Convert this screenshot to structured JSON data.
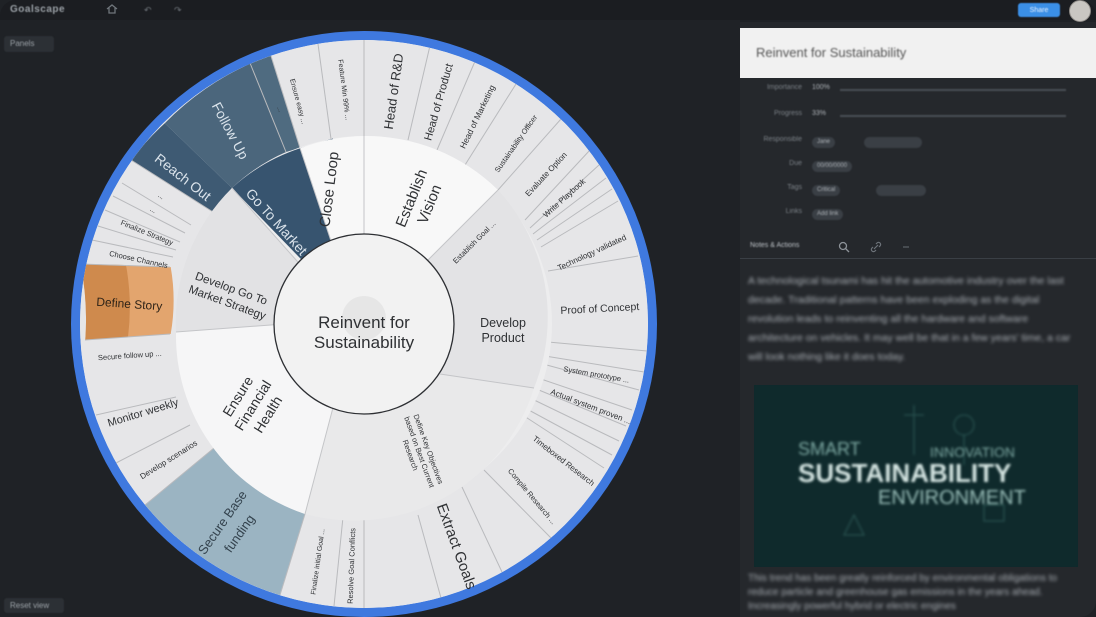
{
  "app": {
    "name": "Goalscape"
  },
  "toolbar": {
    "share_label": "Share"
  },
  "left": {
    "panel_toggle": "Panels",
    "zoom_toggle": "Reset view"
  },
  "wheel": {
    "center": [
      "Reinvent for",
      "Sustainability"
    ],
    "goals": {
      "close_loop": "Close Loop",
      "establish_vision": [
        "Establish",
        "Vision"
      ],
      "develop_product": [
        "Develop",
        "Product"
      ],
      "extract_goals": "Extract Goals",
      "ensure_financial_health": [
        "Ensure",
        "Financial",
        "Health"
      ],
      "develop_gtm": [
        "Develop Go To",
        "Market Strategy"
      ],
      "go_to_market": "Go To Market",
      "follow_up": "Follow Up",
      "reach_out": "Reach Out",
      "define_story": "Define Story",
      "secure_base_funding": [
        "Secure Base",
        "funding"
      ],
      "define_key_objectives": [
        "Define Key Objectives",
        "based on Best Current",
        "Research"
      ],
      "establish_goal": "Establish Goal ...",
      "proof_of_concept": "Proof of Concept",
      "technology_validated": "Technology validated",
      "system_prototype": "System prototype ...",
      "actual_system_proven": "Actual system proven ...",
      "timeboxed_research": "Timeboxed Research",
      "compile_research": "Compile Research ...",
      "resolve_goal_conflicts": "Resolve Goal Conflicts",
      "finalize_initial_goal": "Finalize initial Goal ...",
      "develop_scenarios": "Develop scenarios",
      "monitor_weekly": "Monitor weekly",
      "secure_follow_up": "Secure follow up ...",
      "choose_channels": "Choose Channels",
      "finalize_strategy": "Finalize Strategy",
      "head_rd": "Head of R&D",
      "head_product": "Head of Product",
      "head_marketing": "Head of Marketing",
      "sustainability_officer": "Sustainability Officer",
      "evaluate_option": "Evaluate Option",
      "write_playbook": "Write Playbook",
      "feature_min": "Feature Min 99% ...",
      "ensure_easy": "Ensure easy ...",
      "ellipsis": "..."
    }
  },
  "panel": {
    "title": "Reinvent for Sustainability",
    "properties": [
      {
        "label": "Importance",
        "value": "100%"
      },
      {
        "label": "Progress",
        "value": "33%"
      },
      {
        "label": "Responsible",
        "value": "Jane"
      },
      {
        "label": "Due",
        "value": "00/00/0000"
      },
      {
        "label": "Tags",
        "value": "Critical"
      },
      {
        "label": "Links",
        "value": "Add link"
      }
    ],
    "tab_label": "Notes & Actions",
    "description": "A technological tsunami has hit the automotive industry over the last decade. Traditional patterns have been exploding as the digital revolution leads to reinventing all the hardware and software architecture on vehicles. It may well be that in a few years' time, a car will look nothing like it does today.",
    "description_more": "This trend has been greatly reinforced by environmental obligations to reduce particle and greenhouse gas emissions in the years ahead. Increasingly powerful hybrid or electric engines",
    "cover_words": {
      "w1": "SMART",
      "w2": "INNOVATION",
      "w3": "SUSTAINABILITY",
      "w4": "ENVIRONMENT"
    }
  },
  "colors": {
    "ring": "#3f79df",
    "go_to_market": "#37546f",
    "reach_out": "#3e5a73",
    "follow_up": "#4f6b80",
    "define_story_dark": "#cf8a4d",
    "define_story_light": "#e3a56e",
    "secure_funding": "#9bb4c2"
  }
}
